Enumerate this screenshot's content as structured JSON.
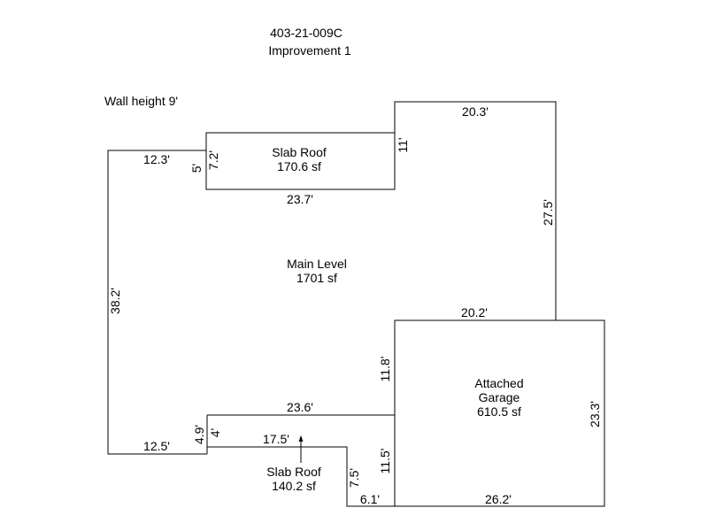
{
  "header": {
    "parcel_id": "403-21-009C",
    "improvement": "Improvement 1"
  },
  "notes": {
    "wall_height": "Wall height 9'"
  },
  "areas": {
    "slab_roof_top": {
      "name": "Slab Roof",
      "size": "170.6 sf"
    },
    "main_level": {
      "name": "Main Level",
      "size": "1701 sf"
    },
    "attached_garage": {
      "name_line1": "Attached",
      "name_line2": "Garage",
      "size": "610.5 sf"
    },
    "slab_roof_bottom": {
      "name": "Slab Roof",
      "size": "140.2 sf"
    }
  },
  "dimensions": {
    "top_right_width": "20.3'",
    "top_right_height": "11'",
    "right_side": "27.5'",
    "slab_top_left": "12.3'",
    "slab_top_height": "7.2'",
    "slab_top_offset": "5'",
    "slab_top_bottom": "23.7'",
    "left_side": "38.2'",
    "garage_top": "20.2'",
    "garage_left_upper": "11.8'",
    "garage_right": "23.3'",
    "garage_left_lower": "11.5'",
    "garage_bottom": "26.2'",
    "main_bottom_step": "23.6'",
    "bottom_left_height": "4.9'",
    "bottom_left_offset": "4'",
    "bottom_left_width": "12.5'",
    "slab_bottom_top": "17.5'",
    "slab_bottom_height": "7.5'",
    "slab_bottom_width": "6.1'"
  },
  "colors": {
    "line": "#000000",
    "background": "#ffffff"
  }
}
